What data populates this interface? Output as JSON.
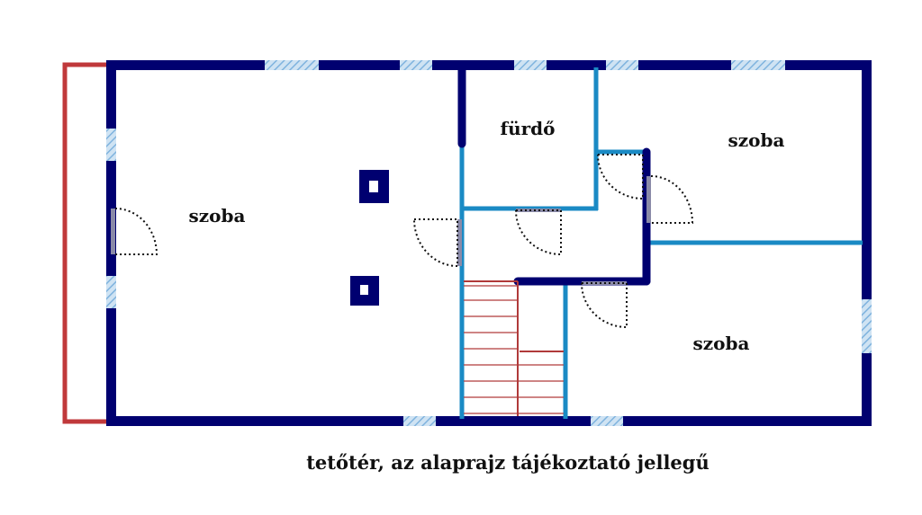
{
  "rooms": {
    "large_room": "szoba",
    "bathroom": "fürdő",
    "right_top_room": "szoba",
    "right_bottom_room": "szoba"
  },
  "caption": "tetőtér, az alaprajz tájékoztató jellegű",
  "colors": {
    "exterior_wall": "#000070",
    "interior_wall": "#1a8ac4",
    "terrace": "#c0393b",
    "stairs": "#b03a3a",
    "window": "#9ec8e8",
    "door_swing": "#111111"
  }
}
